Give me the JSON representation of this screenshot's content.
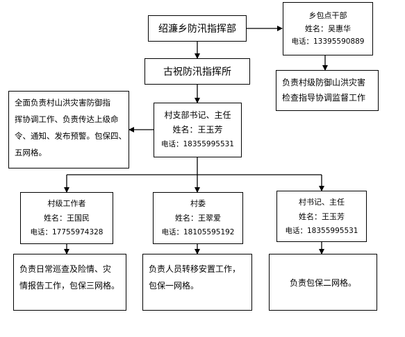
{
  "shaozhen": {
    "title": "绍濂乡防汛指挥部"
  },
  "guzhu": {
    "title": "古祝防汛指挥所"
  },
  "xiangbao": {
    "title": "乡包点干部",
    "name_line": "姓名：吴惠华",
    "phone_line": "电话：13395590889"
  },
  "xiangbao_duty": {
    "lines": [
      "负责村级防御山洪灾害",
      "检查指导协调监督工作"
    ]
  },
  "village_secretary": {
    "title": "村支部书记、主任",
    "name_line": "姓名：王玉芳",
    "phone_line": "电话：18355995531"
  },
  "left_duty": {
    "lines": [
      "全面负责村山洪灾害防御指",
      "挥协调工作、负责传达上级命",
      "令、通知、发布预警。包保四、",
      "五网格。"
    ]
  },
  "worker": {
    "title": "村级工作者",
    "name_line": "姓名：王国民",
    "phone_line": "电话：17755974328"
  },
  "committee": {
    "title": "村委",
    "name_line": "姓名：王翠爱",
    "phone_line": "电话：18105595192"
  },
  "secretary2": {
    "title": "村书记、主任",
    "name_line": "姓名：王玉芳",
    "phone_line": "电话：18355995531"
  },
  "worker_duty": {
    "lines": [
      "负责日常巡查及险情、灾",
      "情报告工作，包保三网格。"
    ]
  },
  "committee_duty": {
    "lines": [
      "负责人员转移安置工作，",
      "包保一网格。"
    ]
  },
  "secretary2_duty": {
    "lines": [
      "负责包保二网格。"
    ]
  }
}
